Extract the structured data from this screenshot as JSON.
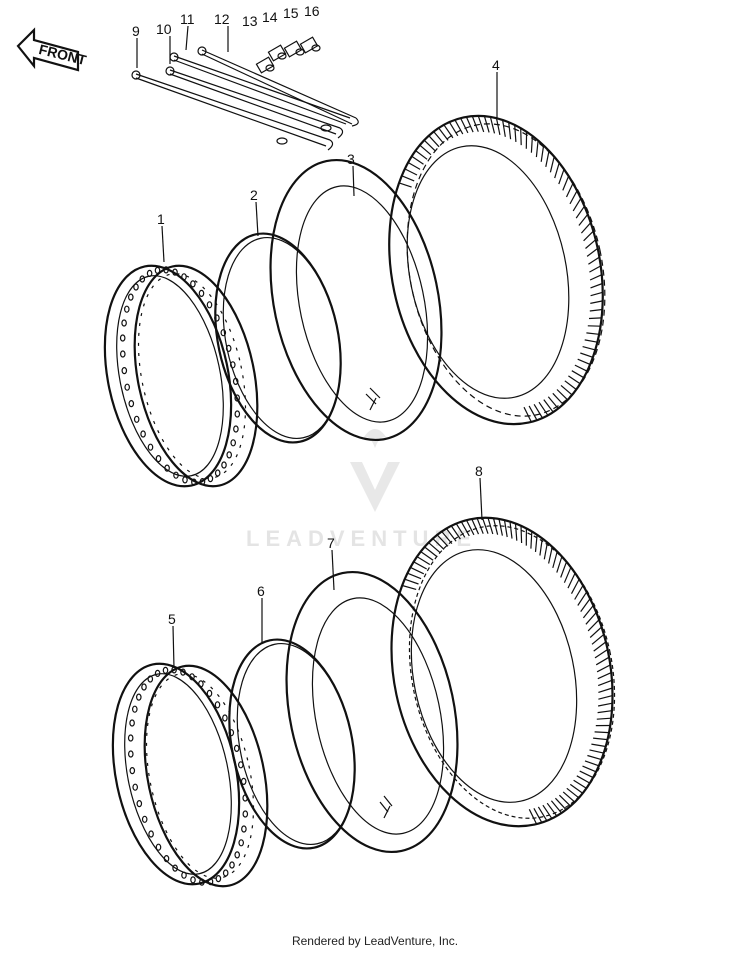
{
  "front_arrow": {
    "label": "FRONT",
    "icon": "front-arrow-icon"
  },
  "callouts": [
    "1",
    "2",
    "3",
    "4",
    "5",
    "6",
    "7",
    "8",
    "9",
    "10",
    "11",
    "12",
    "13",
    "14",
    "15",
    "16"
  ],
  "watermark": {
    "text": "LEADVENTURE",
    "icon": "leadventure-logo-icon"
  },
  "footer": {
    "text": "Rendered by LeadVenture, Inc."
  },
  "colors": {
    "line": "#111111",
    "watermark": "#e4e4e4"
  }
}
